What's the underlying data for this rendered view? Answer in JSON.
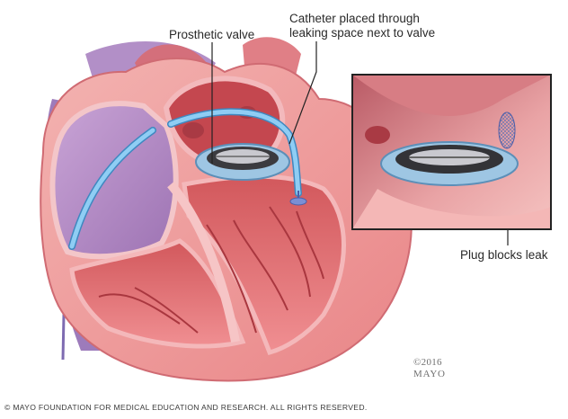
{
  "labels": {
    "prosthetic_valve": "Prosthetic valve",
    "catheter_line1": "Catheter placed through",
    "catheter_line2": "leaking space next to valve",
    "plug": "Plug blocks leak"
  },
  "copyright": {
    "year": "©2016",
    "org": "MAYO"
  },
  "footer": "© MAYO FOUNDATION FOR MEDICAL EDUCATION AND RESEARCH. ALL RIGHTS RESERVED.",
  "colors": {
    "heart_outer": "#e98a8c",
    "heart_wall": "#f4a9a6",
    "chamber_dark": "#c54a4f",
    "atrium_purple": "#a77bb8",
    "vessel_purple": "#8e6fb4",
    "catheter_blue": "#7ec3ef",
    "valve_ring": "#9ec6e3",
    "inset_border": "#222222"
  },
  "icons": {
    "catheter": "catheter-tube",
    "valve": "prosthetic-valve-ring",
    "plug": "occluder-plug"
  }
}
